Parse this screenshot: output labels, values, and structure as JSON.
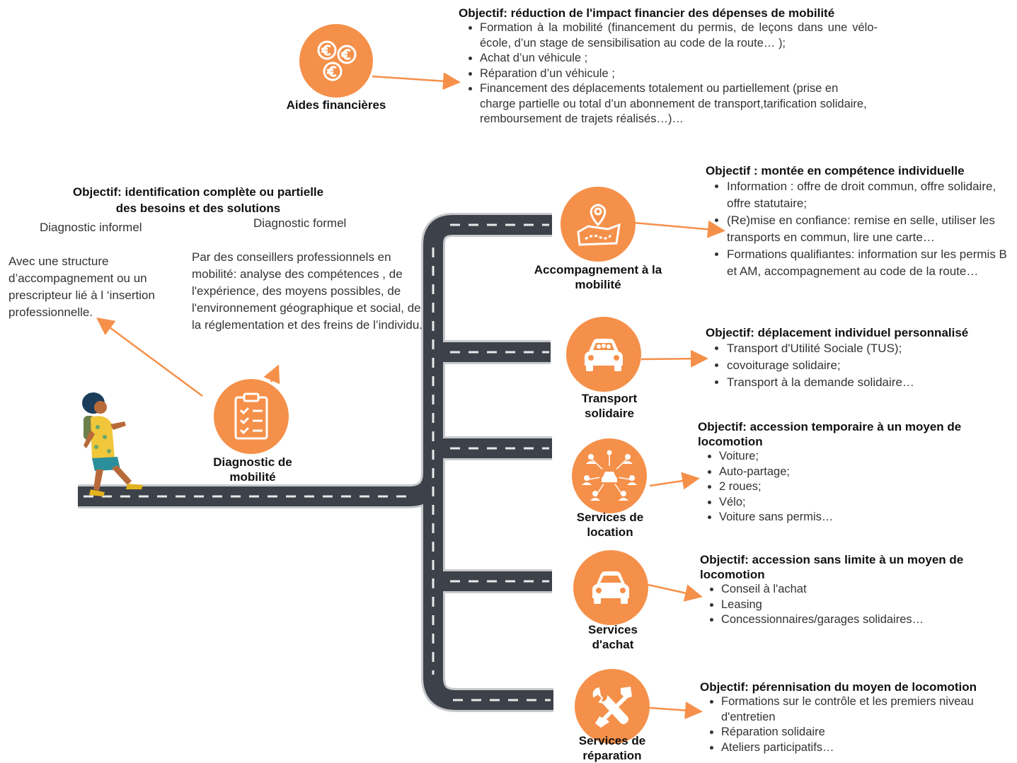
{
  "colors": {
    "accent": "#f5904a",
    "road": "#3d4149",
    "road_edge": "#c7c9cc",
    "text": "#111111"
  },
  "aides": {
    "label": "Aides financières",
    "icon": "euro-coins-icon",
    "objective": "Objectif:  réduction de l'impact financier des dépenses de mobilité",
    "items": [
      "Formation à la mobilité (financement du permis, de leçons dans une vélo-école, d’un stage de sensibilisation au code de la route… );",
      "Achat d’un véhicule ;",
      "Réparation d’un véhicule ;",
      "Financement des déplacements totalement ou partiellement (prise en charge partielle ou total d’un abonnement de transport,tarification solidaire, remboursement de trajets réalisés…)…"
    ]
  },
  "diagnostic": {
    "objective_line1": "Objectif: identification complète ou partielle",
    "objective_line2": "des besoins et des solutions",
    "informal_title": "Diagnostic informel",
    "formal_title": "Diagnostic formel",
    "informal_text": "Avec une structure d’accompagnement ou un prescripteur lié à l ‘insertion professionnelle.",
    "formal_text": " Par des conseillers professionnels en mobilité: analyse des compétences , de l'expérience, des moyens possibles, de l'environnement géographique et social, de la réglementation et des freins de l’individu.",
    "label": "Diagnostic de mobilité",
    "icon": "clipboard-checklist-icon"
  },
  "branches": [
    {
      "label": "Accompagnement à la mobilité",
      "icon": "map-pin-icon",
      "objective": "Objectif : montée en compétence individuelle",
      "items": [
        "Information : offre de droit commun, offre solidaire, offre statutaire;",
        "(Re)mise en confiance: remise en selle, utiliser les transports en commun, lire une carte…",
        "Formations qualifiantes: information sur les permis B et AM, accompagnement au code de la route…"
      ]
    },
    {
      "label": "Transport solidaire",
      "icon": "car-passengers-icon",
      "objective": "Objectif: déplacement individuel personnalisé",
      "items": [
        "Transport d'Utilité Sociale (TUS);",
        " covoiturage solidaire;",
        "Transport à la demande solidaire…"
      ]
    },
    {
      "label": "Services de location",
      "icon": "car-network-icon",
      "objective": "Objectif: accession temporaire à un moyen de locomotion",
      "items": [
        "Voiture;",
        "Auto-partage;",
        "2 roues;",
        "Vélo;",
        "Voiture sans permis…"
      ]
    },
    {
      "label": "Services d'achat",
      "icon": "car-icon",
      "objective": "Objectif: accession sans limite à un moyen de locomotion",
      "items": [
        "Conseil à l'achat",
        "Leasing",
        "Concessionnaires/garages solidaires…"
      ]
    },
    {
      "label": "Services de réparation",
      "icon": "wrench-screwdriver-icon",
      "objective": "Objectif: pérennisation du moyen de locomotion",
      "items": [
        "Formations sur le contrôle et les premiers niveau d'entretien",
        "Réparation solidaire",
        "Ateliers participatifs…"
      ]
    }
  ]
}
